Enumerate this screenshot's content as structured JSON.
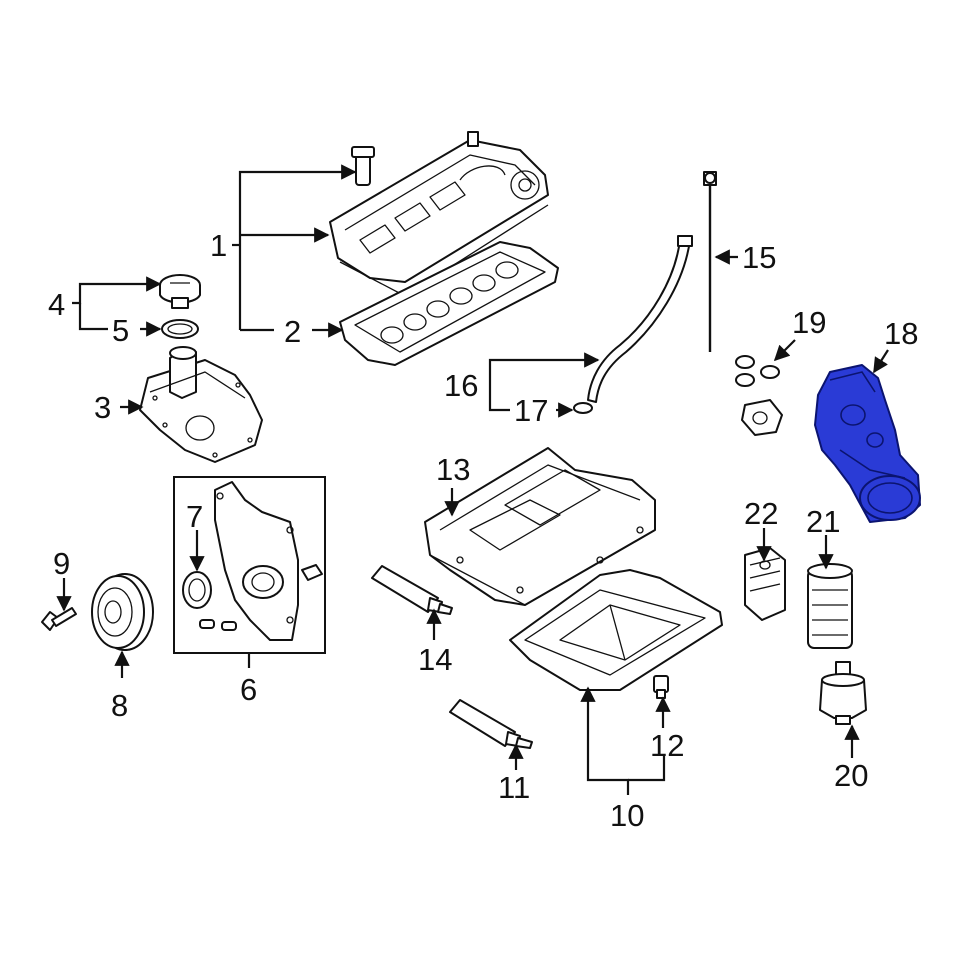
{
  "diagram": {
    "highlight_color": "#2a3bd6",
    "callouts": [
      {
        "id": "c1",
        "label": "1"
      },
      {
        "id": "c2",
        "label": "2"
      },
      {
        "id": "c3",
        "label": "3"
      },
      {
        "id": "c4",
        "label": "4"
      },
      {
        "id": "c5",
        "label": "5"
      },
      {
        "id": "c6",
        "label": "6"
      },
      {
        "id": "c7",
        "label": "7"
      },
      {
        "id": "c8",
        "label": "8"
      },
      {
        "id": "c9",
        "label": "9"
      },
      {
        "id": "c10",
        "label": "10"
      },
      {
        "id": "c11",
        "label": "11"
      },
      {
        "id": "c12",
        "label": "12"
      },
      {
        "id": "c13",
        "label": "13"
      },
      {
        "id": "c14",
        "label": "14"
      },
      {
        "id": "c15",
        "label": "15"
      },
      {
        "id": "c16",
        "label": "16"
      },
      {
        "id": "c17",
        "label": "17"
      },
      {
        "id": "c18",
        "label": "18"
      },
      {
        "id": "c19",
        "label": "19"
      },
      {
        "id": "c20",
        "label": "20"
      },
      {
        "id": "c21",
        "label": "21"
      },
      {
        "id": "c22",
        "label": "22"
      }
    ],
    "highlighted_part": "18"
  }
}
